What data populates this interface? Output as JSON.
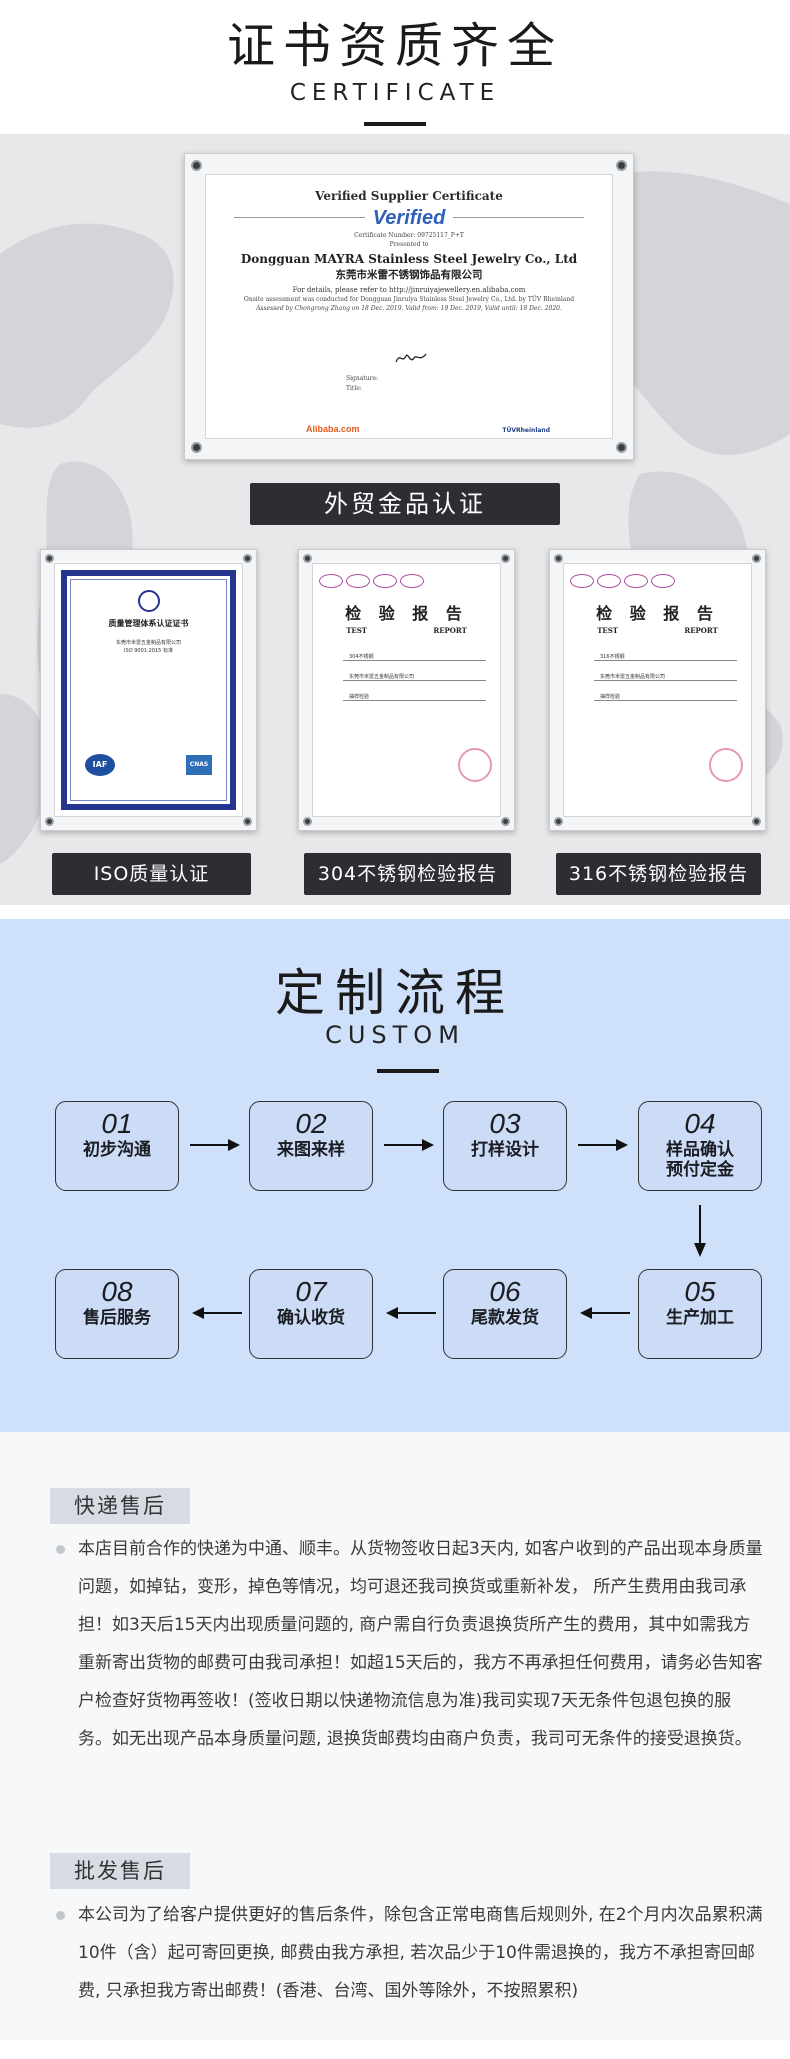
{
  "certificate": {
    "title": "证书资质齐全",
    "subtitle": "CERTIFICATE",
    "main_cert": {
      "heading": "Verified Supplier Certificate",
      "brand": "Verified",
      "number_line": "Certificate Number: 09725117_P+T",
      "presented": "Presented to",
      "company_en": "Dongguan MAYRA Stainless Steel Jewelry Co., Ltd",
      "company_cn": "东莞市米雷不锈钢饰品有限公司",
      "url_line": "For details, please refer to http://jinruiyajewellery.en.alibaba.com",
      "onsite_line": "Onsite assessment was conducted for Dongguan Jinruiya Stainless Steel Jewelry Co., Ltd. by TÜV Rheinland",
      "assessed_line": "Assessed by Chongrong Zhang on 18 Dec. 2019.   Valid from: 19 Dec. 2019, Valid until: 18 Dec. 2020.",
      "signature_label": "Signature:",
      "title_label": "Title:",
      "alibaba": "Alibaba.com",
      "tuv": "TÜVRheinland",
      "caption": "外贸金品认证"
    },
    "iso": {
      "title": "质量管理体系认证证书",
      "caption": "ISO质量认证",
      "iaf": "IAF",
      "cnas": "CNAS",
      "company": "东莞市米雷五金制品有限公司",
      "std": "ISO 9001:2015 标准"
    },
    "report_304": {
      "title": "检 验 报 告",
      "sub_left": "TEST",
      "sub_right": "REPORT",
      "product": "304不锈钢",
      "client": "东莞市米雷五金制品有限公司",
      "category_value": "抽样检验",
      "caption": "304不锈钢检验报告"
    },
    "report_316": {
      "title": "检 验 报 告",
      "sub_left": "TEST",
      "sub_right": "REPORT",
      "product": "316不锈钢",
      "client": "东莞市米雷五金制品有限公司",
      "category_value": "抽样检验",
      "caption": "316不锈钢检验报告"
    }
  },
  "custom": {
    "title": "定制流程",
    "subtitle": "CUSTOM",
    "steps": [
      {
        "num": "01",
        "label": "初步沟通"
      },
      {
        "num": "02",
        "label": "来图来样"
      },
      {
        "num": "03",
        "label": "打样设计"
      },
      {
        "num": "04",
        "label": "样品确认",
        "label2": "预付定金"
      },
      {
        "num": "05",
        "label": "生产加工"
      },
      {
        "num": "06",
        "label": "尾款发货"
      },
      {
        "num": "07",
        "label": "确认收货"
      },
      {
        "num": "08",
        "label": "售后服务"
      }
    ]
  },
  "after_sale": {
    "express_tag": "快递售后",
    "express_text": "本店目前合作的快递为中通、顺丰。从货物签收日起3天内, 如客户收到的产品出现本身质量问题，如掉钻，变形，掉色等情况，均可退还我司换货或重新补发， 所产生费用由我司承担！如3天后15天内出现质量问题的, 商户需自行负责退换货所产生的费用，其中如需我方重新寄出货物的邮费可由我司承担！如超15天后的，我方不再承担任何费用，请务必告知客户检查好货物再签收！(签收日期以快递物流信息为准)我司实现7天无条件包退包换的服务。如无出现产品本身质量问题, 退换货邮费均由商户负责，我司可无条件的接受退换货。",
    "wholesale_tag": "批发售后",
    "wholesale_text": "本公司为了给客户提供更好的售后条件，除包含正常电商售后规则外, 在2个月内次品累积满10件（含）起可寄回更换, 邮费由我方承担, 若次品少于10件需退换的，我方不承担寄回邮费, 只承担我方寄出邮费！(香港、台湾、国外等除外，不按照累积)"
  }
}
